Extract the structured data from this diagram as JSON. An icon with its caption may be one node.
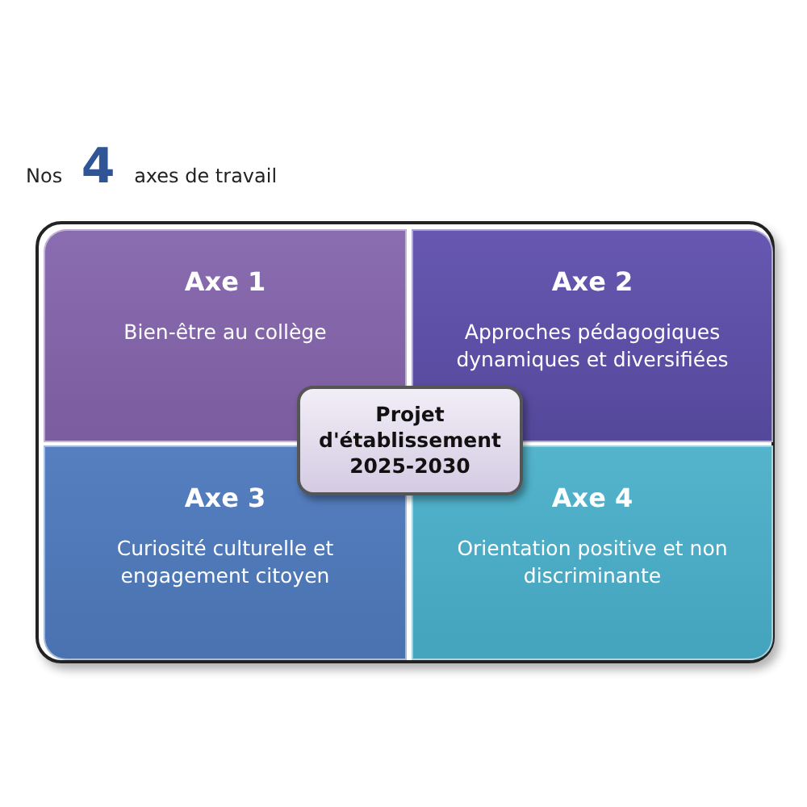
{
  "diagram": {
    "title": "Nos **4** axes de travail",
    "nodes": [
      {
        "text": [],
        "shape": "box"
      },
      {
        "text": [
          "Axe 1",
          "Bien-être au collège"
        ],
        "in": 0
      },
      {
        "text": [
          "Axe 2",
          "Approches pédagogiques dynamiques et diversifiées"
        ],
        "in": 0
      },
      {
        "text": [
          "Axe 3",
          "Curiosité culturelle et engagement citoyen"
        ],
        "in": 0
      },
      {
        "text": [
          "Axe 4",
          "Orientation positive et non discriminante"
        ],
        "in": 0
      },
      {
        "text": [
          "Projet d'établissement 2025-2030"
        ],
        "in": 0
      }
    ]
  }
}
